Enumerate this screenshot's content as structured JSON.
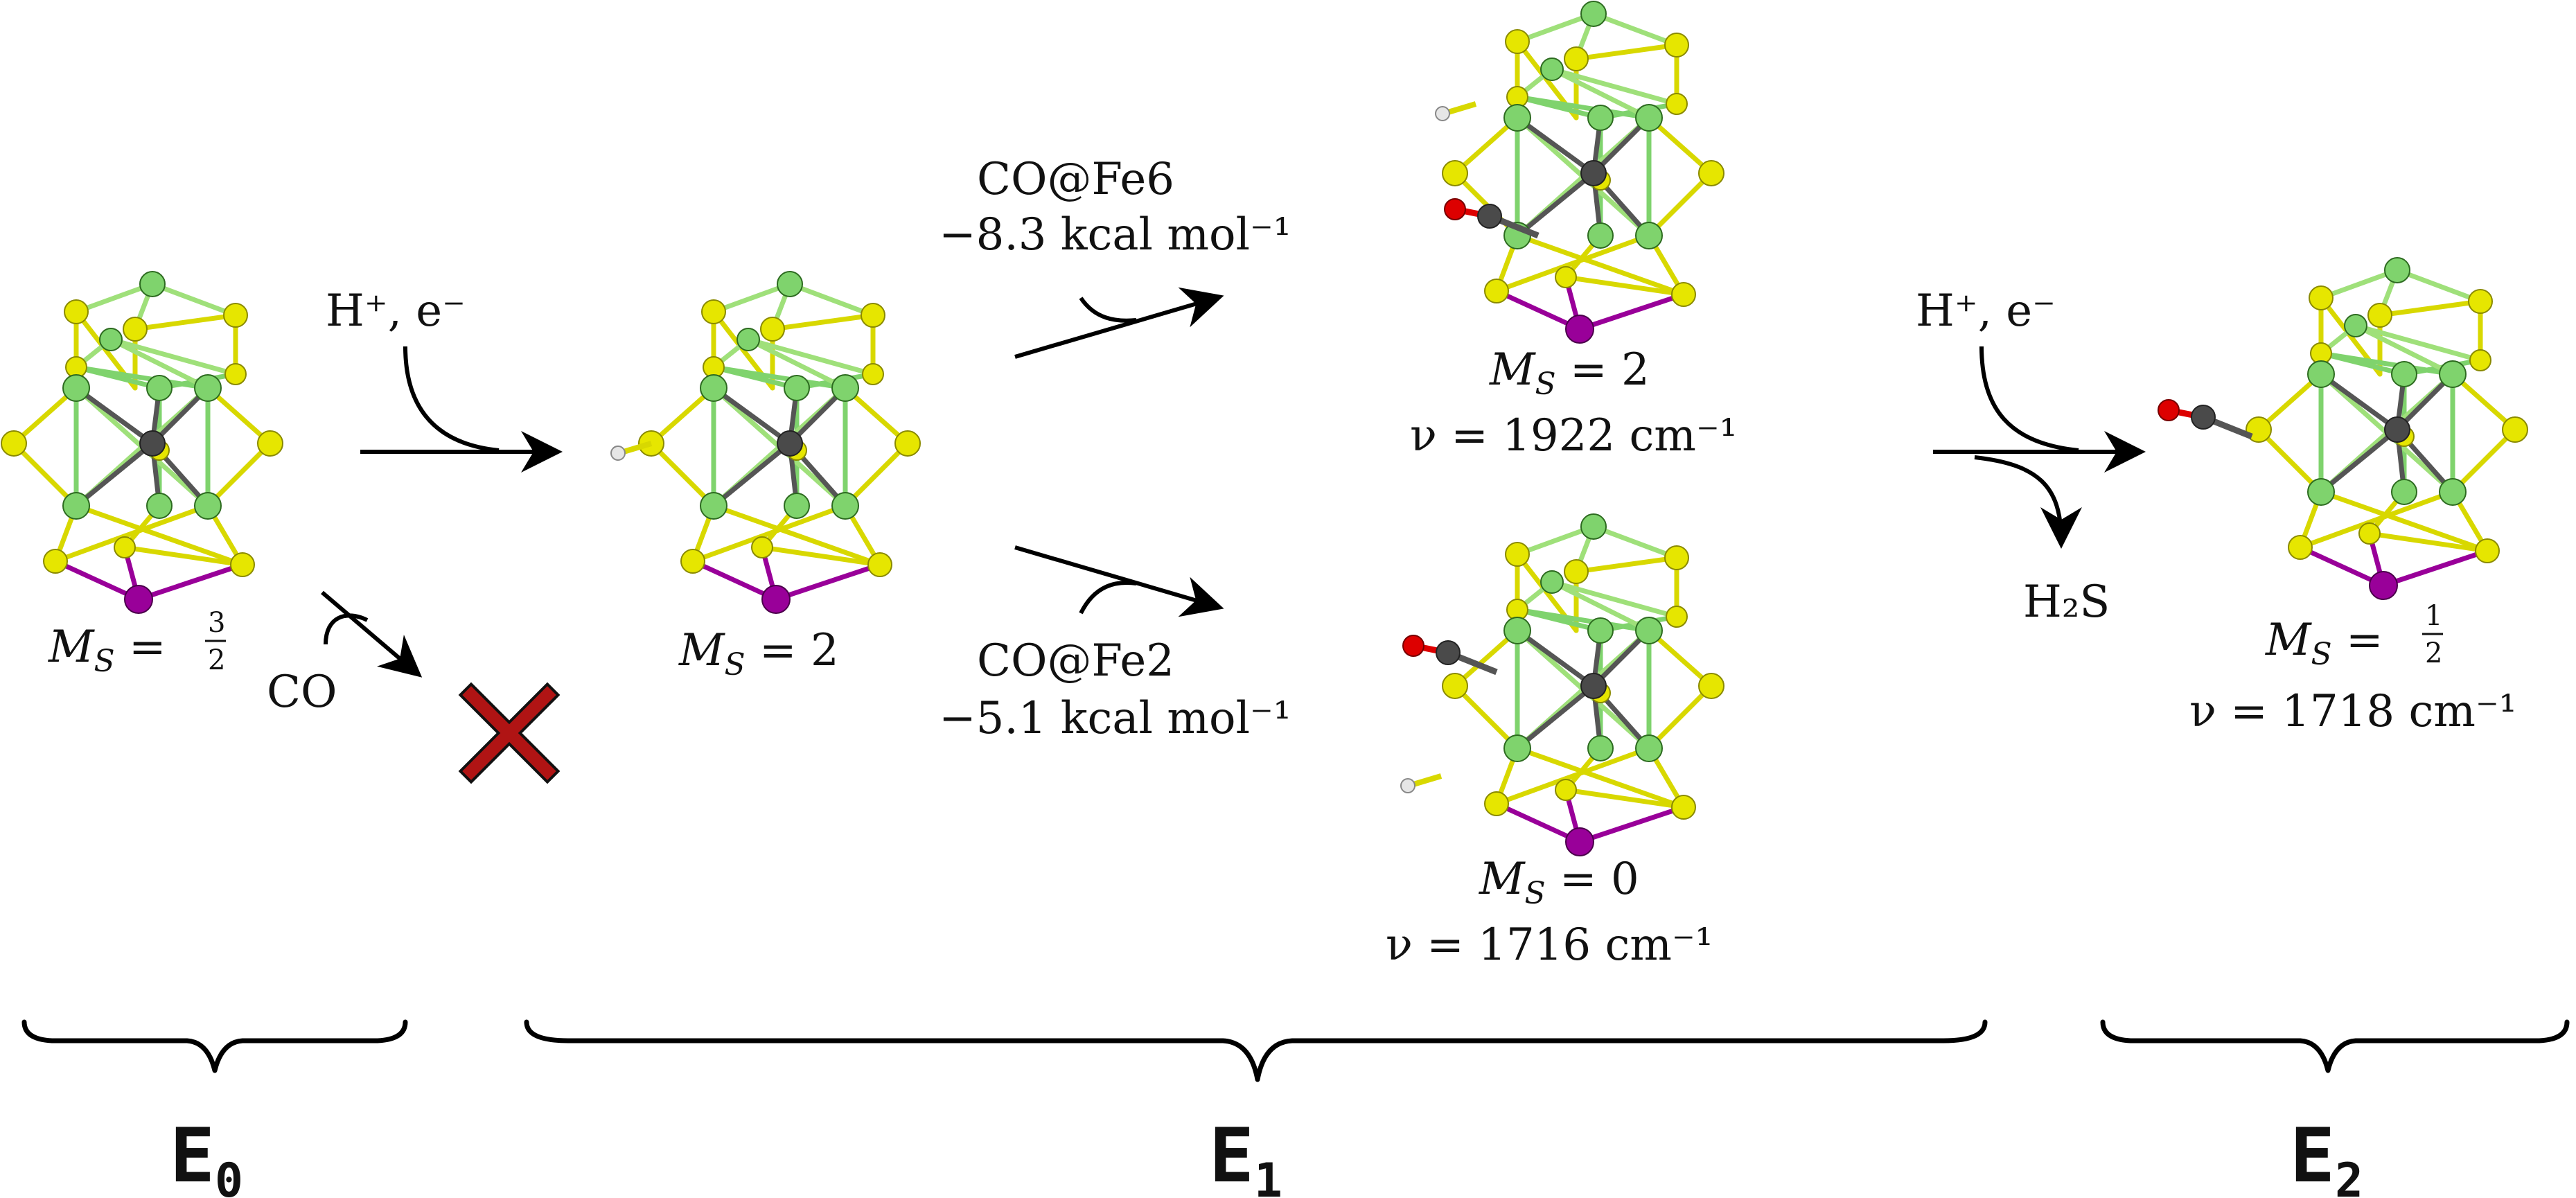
{
  "colors": {
    "fe": "#7fd36d",
    "s": "#e6e600",
    "c_central": "#4a4a4a",
    "mo": "#990099",
    "o": "#dd0000",
    "h": "#dddddd",
    "x_mark": "#b01414"
  },
  "reagents": {
    "h_e_label": "H⁺, e⁻",
    "h_e_label_2": "H⁺, e⁻",
    "co_label": "CO",
    "h2s_label": "H₂S"
  },
  "pathways": {
    "fe6": {
      "site": "CO@Fe6",
      "energy": "−8.3 kcal mol⁻¹"
    },
    "fe2": {
      "site": "CO@Fe2",
      "energy": "−5.1 kcal mol⁻¹"
    }
  },
  "structures": {
    "e0": {
      "ms_label": "M",
      "ms_sub": "S",
      "ms_eq": " = ",
      "ms_num": "3",
      "ms_den": "2"
    },
    "e1_hydride": {
      "ms_label": "M",
      "ms_sub": "S",
      "ms_eq": " = 2"
    },
    "e1_fe6": {
      "ms_label": "M",
      "ms_sub": "S",
      "ms_eq": " = 2",
      "nu": "ν = 1922 cm⁻¹"
    },
    "e1_fe2": {
      "ms_label": "M",
      "ms_sub": "S",
      "ms_eq": " = 0",
      "nu": "ν = 1716 cm⁻¹"
    },
    "e2": {
      "ms_label": "M",
      "ms_sub": "S",
      "ms_eq": " = ",
      "ms_num": "1",
      "ms_den": "2",
      "nu": "ν = 1718 cm⁻¹"
    }
  },
  "stages": [
    {
      "letter": "E",
      "index": "0"
    },
    {
      "letter": "E",
      "index": "1"
    },
    {
      "letter": "E",
      "index": "2"
    }
  ],
  "icons": [
    "fe-mo-cofactor-cluster",
    "red-x-mark",
    "reaction-arrow",
    "curly-brace"
  ]
}
